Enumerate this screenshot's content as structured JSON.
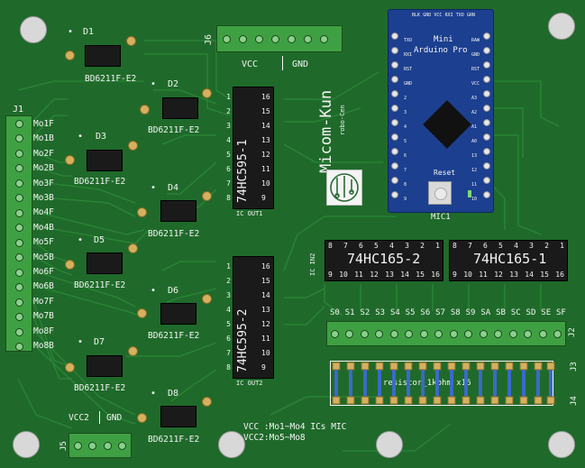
{
  "board": {
    "connectors": {
      "j1": {
        "ref": "J1",
        "pins": [
          "Mo1F",
          "Mo1B",
          "Mo2F",
          "Mo2B",
          "Mo3F",
          "Mo3B",
          "Mo4F",
          "Mo4B",
          "Mo5F",
          "Mo5B",
          "Mo6F",
          "Mo6B",
          "Mo7F",
          "Mo7B",
          "Mo8F",
          "Mo8B"
        ]
      },
      "j6": {
        "ref": "J6",
        "left_label": "VCC",
        "right_label": "GND"
      },
      "j5": {
        "ref": "J5",
        "left_label": "VCC2",
        "right_label": "GND"
      },
      "j2": {
        "ref": "J2",
        "pins": [
          "S0",
          "S1",
          "S2",
          "S3",
          "S4",
          "S5",
          "S6",
          "S7",
          "S8",
          "S9",
          "SA",
          "SB",
          "SC",
          "SD",
          "SE",
          "SF"
        ]
      },
      "j3": {
        "ref": "J3"
      },
      "j4": {
        "ref": "J4"
      }
    },
    "drivers": [
      {
        "ref": "D1",
        "part": "BD6211F-E2"
      },
      {
        "ref": "D2",
        "part": "BD6211F-E2"
      },
      {
        "ref": "D3",
        "part": "BD6211F-E2"
      },
      {
        "ref": "D4",
        "part": "BD6211F-E2"
      },
      {
        "ref": "D5",
        "part": "BD6211F-E2"
      },
      {
        "ref": "D6",
        "part": "BD6211F-E2"
      },
      {
        "ref": "D7",
        "part": "BD6211F-E2"
      },
      {
        "ref": "D8",
        "part": "BD6211F-E2"
      }
    ],
    "shift_out": [
      {
        "name": "74HC595-1",
        "pins_left": [
          "1",
          "2",
          "3",
          "4",
          "5",
          "6",
          "7",
          "8"
        ],
        "pins_right": [
          "16",
          "15",
          "14",
          "13",
          "12",
          "11",
          "10",
          "9"
        ]
      },
      {
        "name": "74HC595-2",
        "pins_left": [
          "1",
          "2",
          "3",
          "4",
          "5",
          "6",
          "7",
          "8"
        ],
        "pins_right": [
          "16",
          "15",
          "14",
          "13",
          "12",
          "11",
          "10",
          "9"
        ]
      }
    ],
    "shift_in": [
      {
        "name": "74HC165-2",
        "pins_top": [
          "8",
          "7",
          "6",
          "5",
          "4",
          "3",
          "2",
          "1"
        ],
        "pins_bottom": [
          "9",
          "10",
          "11",
          "12",
          "13",
          "14",
          "15",
          "16"
        ]
      },
      {
        "name": "74HC165-1",
        "pins_top": [
          "8",
          "7",
          "6",
          "5",
          "4",
          "3",
          "2",
          "1"
        ],
        "pins_bottom": [
          "9",
          "10",
          "11",
          "12",
          "13",
          "14",
          "15",
          "16"
        ]
      }
    ],
    "arduino": {
      "title_line1": "Mini",
      "title_line2": "Arduino Pro",
      "reset_label": "Reset",
      "ref": "MIC1",
      "top_pins": [
        "BLK",
        "GND",
        "VCC",
        "RXI",
        "TXO",
        "GRN"
      ],
      "left_pins": [
        "TXO",
        "RXI",
        "RST",
        "GND",
        "2",
        "3",
        "4",
        "5",
        "6",
        "7",
        "8",
        "9"
      ],
      "right_pins": [
        "RAW",
        "GND",
        "RST",
        "VCC",
        "A3",
        "A2",
        "A1",
        "A0",
        "13",
        "12",
        "11",
        "10"
      ]
    },
    "logo": {
      "text": "Micom-Kun",
      "sub": "robo-Cen"
    },
    "resistor_label": "resistor_1kohm x16",
    "note_line1": "VCC :Mo1~Mo4 ICs MIC",
    "note_line2": "VCC2:Mo5~Mo8",
    "partial_refs": {
      "u_out1": "IC OUT1",
      "u_out2": "IC OUT2",
      "u_in2": "IC IN2"
    },
    "colors": {
      "board": "#1f6a2a",
      "silkscreen": "#f4f4f4",
      "terminal": "#3fa043",
      "arduino": "#1c3f8f",
      "ic": "#1a1a1a"
    }
  }
}
